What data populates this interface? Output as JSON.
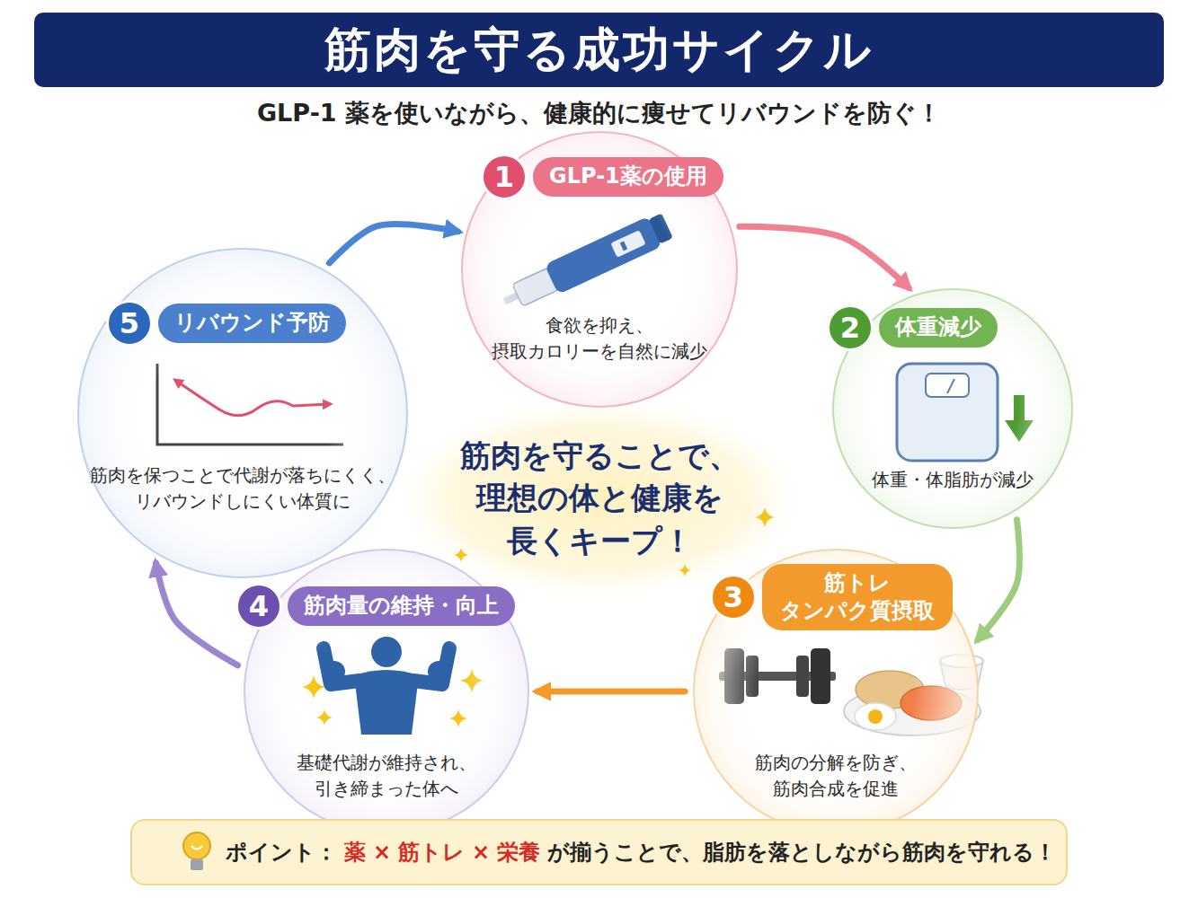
{
  "diagram": {
    "title": "筋肉を守る成功サイクル",
    "nodes": [
      {
        "text": [
          "1",
          "GLP-1薬の使用",
          "食欲を抑え、 摂取カロリーを自然に減少"
        ]
      },
      {
        "text": [
          "2",
          "体重減少",
          "体重・体脂肪が減少"
        ]
      },
      {
        "text": [
          "3",
          "筋トレ タンパク質摂取",
          "筋肉の分解を防ぎ、 筋肉合成を促進"
        ]
      },
      {
        "text": [
          "4",
          "筋肉量の維持・向上",
          "基礎代謝が維持され、 引き締まった体へ"
        ]
      },
      {
        "text": [
          "5",
          "リバウンド予防",
          "筋肉を保つことで代謝が落ちにくく、 リバウンドしにくい体質に"
        ]
      },
      {
        "text": [
          "筋肉を守ることで、 理想の体と健康を 長くキープ！"
        ]
      },
      {
        "text": [
          "ポイント：",
          "薬",
          "×",
          "筋トレ",
          "×",
          "栄養",
          "が揃うことで、脂肪を落としながら筋肉を守れる！"
        ]
      }
    ],
    "edges": [
      {
        "from": 0,
        "to": 1,
        "arrow": "to"
      },
      {
        "from": 1,
        "to": 2,
        "arrow": "to"
      },
      {
        "from": 2,
        "to": 3,
        "arrow": "to"
      },
      {
        "from": 3,
        "to": 4,
        "arrow": "to"
      },
      {
        "from": 4,
        "to": 0,
        "arrow": "to"
      }
    ],
    "labels": [
      "GLP-1 薬を使いながら、健康的に痩せてリバウンドを防ぐ！"
    ]
  }
}
